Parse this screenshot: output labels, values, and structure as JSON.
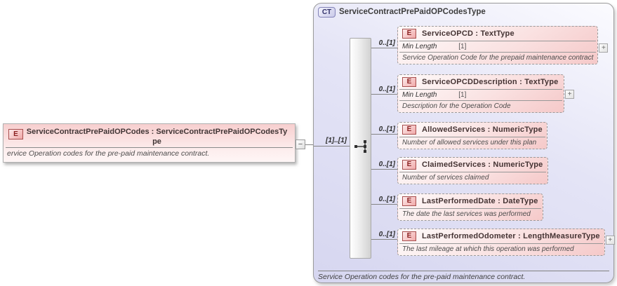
{
  "root_element": {
    "badge": "E",
    "label": "ServiceContractPrePaidOPCodes : ServiceContractPrePaidOPCodesType",
    "annotation": "ervice Operation codes for the pre-paid maintenance contract.",
    "collapse_glyph": "−"
  },
  "connector": {
    "cardinality": "[1]..[1]",
    "compositor": "sequence"
  },
  "complex_type": {
    "badge": "CT",
    "label": "ServiceContractPrePaidOPCodesType",
    "footer_annotation": "Service Operation codes for the pre-paid maintenance contract.",
    "children": [
      {
        "badge": "E",
        "label": "ServiceOPCD : TextType",
        "cardinality": "0..[1]",
        "facet": {
          "name": "Min Length",
          "value": "[1]"
        },
        "annotation": "Service Operation Code for the prepaid maintenance contract",
        "expand_glyph": "+"
      },
      {
        "badge": "E",
        "label": "ServiceOPCDDescription : TextType",
        "cardinality": "0..[1]",
        "facet": {
          "name": "Min Length",
          "value": "[1]"
        },
        "annotation": "Description for the Operation Code",
        "expand_glyph": "+"
      },
      {
        "badge": "E",
        "label": "AllowedServices : NumericType",
        "cardinality": "0..[1]",
        "annotation": "Number of allowed services under this plan"
      },
      {
        "badge": "E",
        "label": "ClaimedServices : NumericType",
        "cardinality": "0..[1]",
        "annotation": "Number of services claimed"
      },
      {
        "badge": "E",
        "label": "LastPerformedDate : DateType",
        "cardinality": "0..[1]",
        "annotation": "The date the last services was performed"
      },
      {
        "badge": "E",
        "label": "LastPerformedOdometer : LengthMeasureType",
        "cardinality": "0..[1]",
        "annotation": "The last mileage at which this operation was performed",
        "expand_glyph": "+"
      }
    ]
  },
  "colors": {
    "element_fill": "#f5c9c9",
    "element_badge_border": "#a84f4f",
    "complex_type_fill": "#d6d6f0",
    "complex_type_badge_border": "#8383b8",
    "connector_line": "#848484"
  }
}
